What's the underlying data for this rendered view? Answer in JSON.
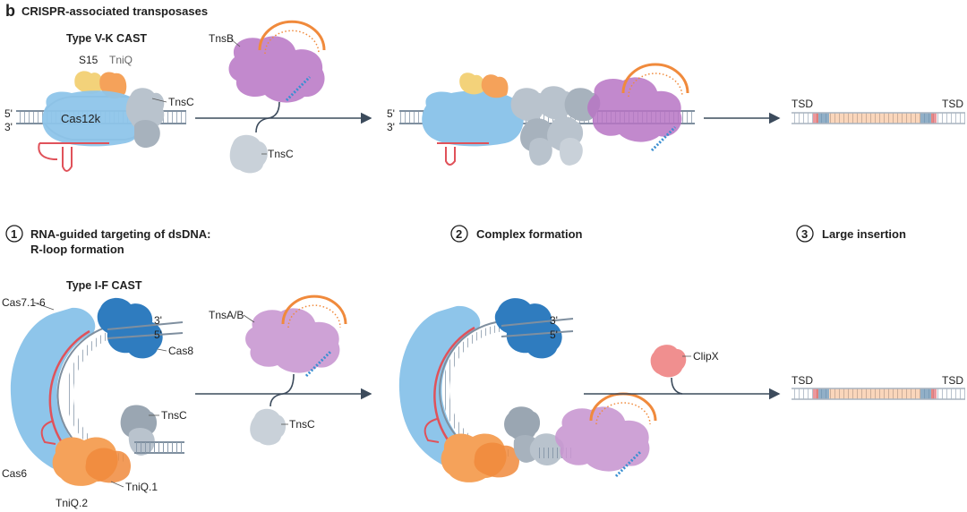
{
  "panel": {
    "letter": "b",
    "title": "CRISPR-associated transposases"
  },
  "top": {
    "system_title": "Type V-K CAST",
    "labels": {
      "s15": "S15",
      "tniq": "TniQ",
      "cas12k": "Cas12k",
      "tnsc": "TnsC",
      "five_prime": "5'",
      "three_prime": "3'",
      "tnsb": "TnsB",
      "tnsc_free": "TnsC",
      "five_prime_2": "5'",
      "three_prime_2": "3'",
      "tsd_left": "TSD",
      "tsd_right": "TSD"
    }
  },
  "steps": [
    {
      "number": "1",
      "line1": "RNA-guided targeting of dsDNA:",
      "line2": "R-loop formation"
    },
    {
      "number": "2",
      "line1": "Complex formation",
      "line2": ""
    },
    {
      "number": "3",
      "line1": "Large insertion",
      "line2": ""
    }
  ],
  "bottom": {
    "system_title": "Type I-F CAST",
    "labels": {
      "cas7": "Cas7.1-6",
      "cas8": "Cas8",
      "three_prime": "3'",
      "five_prime": "5'",
      "tnsc": "TnsC",
      "cas6": "Cas6",
      "tniq2": "TniQ.2",
      "tniq1": "TniQ.1",
      "tnsab": "TnsA/B",
      "tnsc_free": "TnsC",
      "three_prime_2": "3'",
      "five_prime_2": "5'",
      "clipx": "ClipX",
      "tsd_left": "TSD",
      "tsd_right": "TSD"
    }
  },
  "colors": {
    "cas_blue": "#8ec5ea",
    "cas8_blue": "#2f7cbf",
    "tnsc_grey": "#b9c3cd",
    "tnsb_purple": "#b774c4",
    "tniq_orange": "#f5a25a",
    "s15_yellow": "#f3d27a",
    "rna_red": "#e0525a",
    "dna_grey": "#7f8f9f",
    "insert_orange": "#f08a3c",
    "tsd_blue": "#3a8fd1",
    "tsd_red": "#e0525a",
    "clipx_pink": "#f08f8f",
    "arrow": "#3c4b5c"
  }
}
